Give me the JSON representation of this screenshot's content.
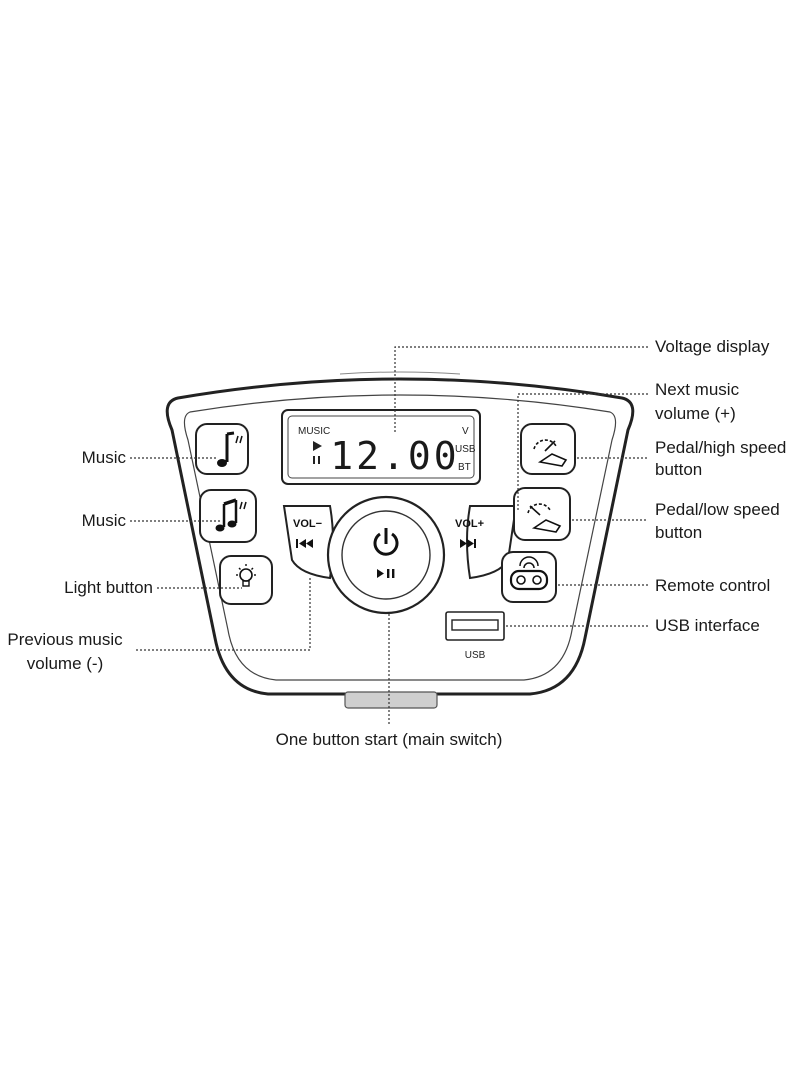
{
  "display": {
    "mode_label": "MUSIC",
    "time": "12.00",
    "unit_v": "V",
    "source_usb": "USB",
    "source_bt": "BT",
    "play_icon": "play-icon",
    "pause_icon": "pause-icon"
  },
  "panel": {
    "vol_minus_label": "VOL−",
    "vol_plus_label": "VOL+",
    "prev_icon": "previous-track-icon",
    "next_icon": "next-track-icon",
    "power_icon": "power-icon",
    "play_pause_icon": "play-pause-icon",
    "usb_port_label": "USB"
  },
  "callouts": {
    "voltage_display": "Voltage display",
    "next_music_1": "Next music",
    "next_music_2": "volume (+)",
    "pedal_high_1": "Pedal/high speed",
    "pedal_high_2": "button",
    "pedal_low_1": "Pedal/low speed",
    "pedal_low_2": "button",
    "remote_control": "Remote control",
    "usb_interface": "USB interface",
    "music_1": "Music",
    "music_2": "Music",
    "light_button": "Light button",
    "prev_music_1": "Previous music",
    "prev_music_2": "volume (-)",
    "one_button_start": "One button start (main switch)"
  }
}
